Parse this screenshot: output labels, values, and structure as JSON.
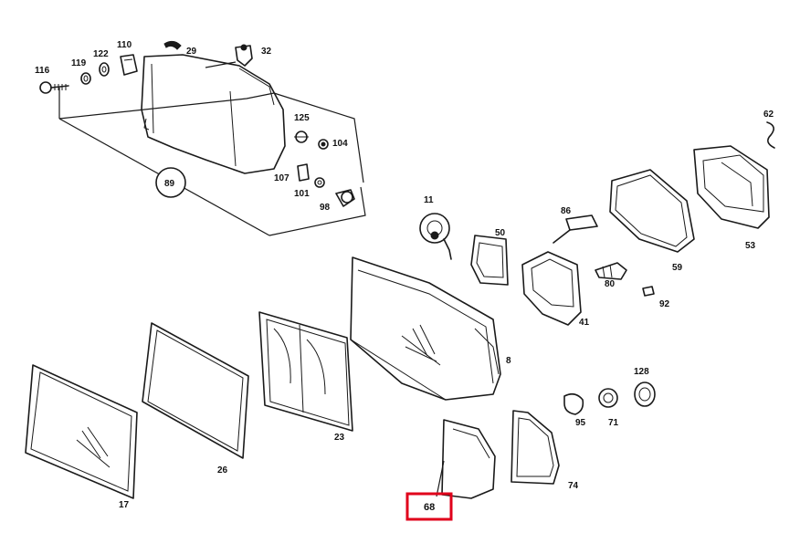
{
  "diagram": {
    "highlight_color": "#e0001b",
    "highlighted_part": "68",
    "parts": {
      "p29": "29",
      "p32": "32",
      "p110": "110",
      "p122": "122",
      "p119": "119",
      "p116": "116",
      "p125": "125",
      "p104": "104",
      "p107": "107",
      "p101": "101",
      "p98": "98",
      "p89": "89",
      "p11": "11",
      "p86": "86",
      "p50": "50",
      "p62": "62",
      "p59": "59",
      "p53": "53",
      "p80": "80",
      "p92": "92",
      "p41": "41",
      "p8": "8",
      "p128": "128",
      "p95": "95",
      "p71": "71",
      "p74": "74",
      "p23": "23",
      "p26": "26",
      "p17": "17",
      "p68": "68"
    }
  }
}
